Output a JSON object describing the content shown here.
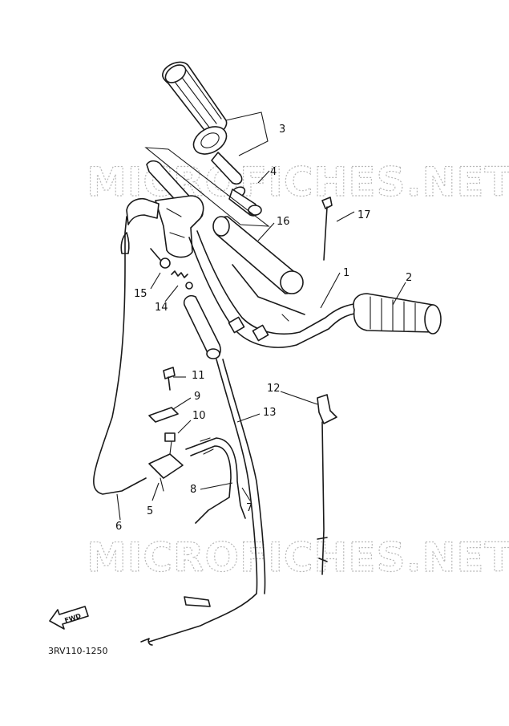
{
  "watermark": "MICROFICHES.NET",
  "diagram_code": "3RV110-1250",
  "fwd_label": "FWD",
  "callouts": [
    "1",
    "2",
    "3",
    "4",
    "5",
    "6",
    "7",
    "8",
    "9",
    "10",
    "11",
    "12",
    "13",
    "14",
    "15",
    "16",
    "17"
  ]
}
